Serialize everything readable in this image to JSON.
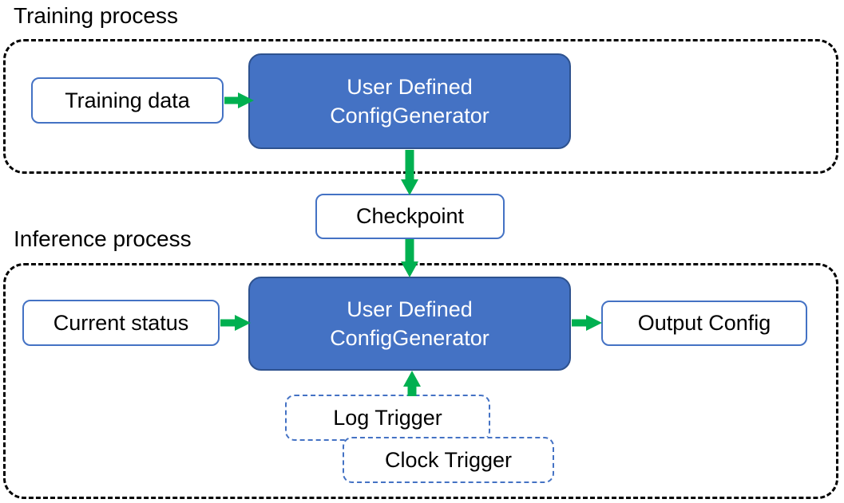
{
  "diagram": {
    "title_training": "Training process",
    "title_inference": "Inference process",
    "colors": {
      "process_fill": "#4472C4",
      "process_border": "#2E528F",
      "node_border": "#4472C4",
      "group_border": "#000000",
      "arrow": "#00B050",
      "text_dark": "#000000",
      "text_light": "#FFFFFF",
      "background": "#FFFFFF"
    },
    "nodes": {
      "training_data": "Training data",
      "proc_train_line1": "User Defined",
      "proc_train_line2": "ConfigGenerator",
      "checkpoint": "Checkpoint",
      "current_status": "Current status",
      "proc_infer_line1": "User Defined",
      "proc_infer_line2": "ConfigGenerator",
      "output_config": "Output Config",
      "log_trigger": "Log Trigger",
      "clock_trigger": "Clock Trigger"
    },
    "arrows": [
      {
        "name": "training-data-to-generator",
        "from": "Training data",
        "to": "User Defined ConfigGenerator",
        "direction": "right"
      },
      {
        "name": "generator-to-checkpoint",
        "from": "User Defined ConfigGenerator",
        "to": "Checkpoint",
        "direction": "down"
      },
      {
        "name": "checkpoint-to-inference-generator",
        "from": "Checkpoint",
        "to": "User Defined ConfigGenerator",
        "direction": "down"
      },
      {
        "name": "current-status-to-inference-generator",
        "from": "Current status",
        "to": "User Defined ConfigGenerator",
        "direction": "right"
      },
      {
        "name": "inference-generator-to-output-config",
        "from": "User Defined ConfigGenerator",
        "to": "Output Config",
        "direction": "right"
      },
      {
        "name": "triggers-to-inference-generator",
        "from": "Log Trigger / Clock Trigger",
        "to": "User Defined ConfigGenerator",
        "direction": "up"
      }
    ]
  }
}
